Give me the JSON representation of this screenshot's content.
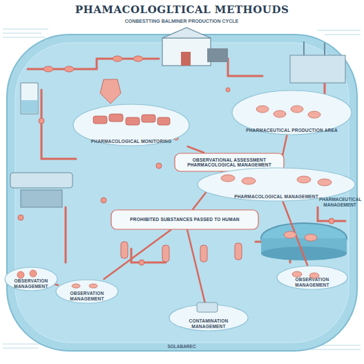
{
  "diagram": {
    "title": "PHAMACOLOGLTICAL METHOUDS",
    "nodes": [
      {
        "text": [
          "PHARMACOLOGICAL MONITORING"
        ]
      },
      {
        "text": [
          "PHARMACEUTICAL PRODUCTION AREA"
        ]
      },
      {
        "text": [
          "OBSERVATIONAL ASSESSMENT PHARMACOLOGICAL MANAGEMENT"
        ]
      },
      {
        "text": [
          "PHARMACOLOGICAL MANAGEMENT"
        ]
      },
      {
        "text": [
          "PROHIBITED SUBSTANCES PASSED TO HUMAN"
        ]
      },
      {
        "text": [
          "OBSERVATION MANAGEMENT"
        ]
      },
      {
        "text": [
          "OBSERVATION MANAGEMENT"
        ]
      },
      {
        "text": [
          "CONTAMINATION MANAGEMENT"
        ]
      },
      {
        "text": [
          "OBSERVATION MANAGEMENT"
        ]
      }
    ],
    "edges": [
      {
        "from": 0,
        "to": 2,
        "arrow": "none"
      },
      {
        "from": 1,
        "to": 3,
        "arrow": "none"
      },
      {
        "from": 2,
        "to": 4,
        "arrow": "none"
      },
      {
        "from": 4,
        "to": 6,
        "arrow": "none"
      },
      {
        "from": 4,
        "to": 7,
        "arrow": "none"
      },
      {
        "from": 3,
        "to": 8,
        "arrow": "none"
      },
      {
        "from": 6,
        "to": 5,
        "arrow": "none"
      }
    ],
    "labels": [
      "CONBESTTING BALMINER PRODUCTION CYCLE",
      "PHARMACEUTICAL MANAGEMENT",
      "SOLABAREC"
    ]
  }
}
